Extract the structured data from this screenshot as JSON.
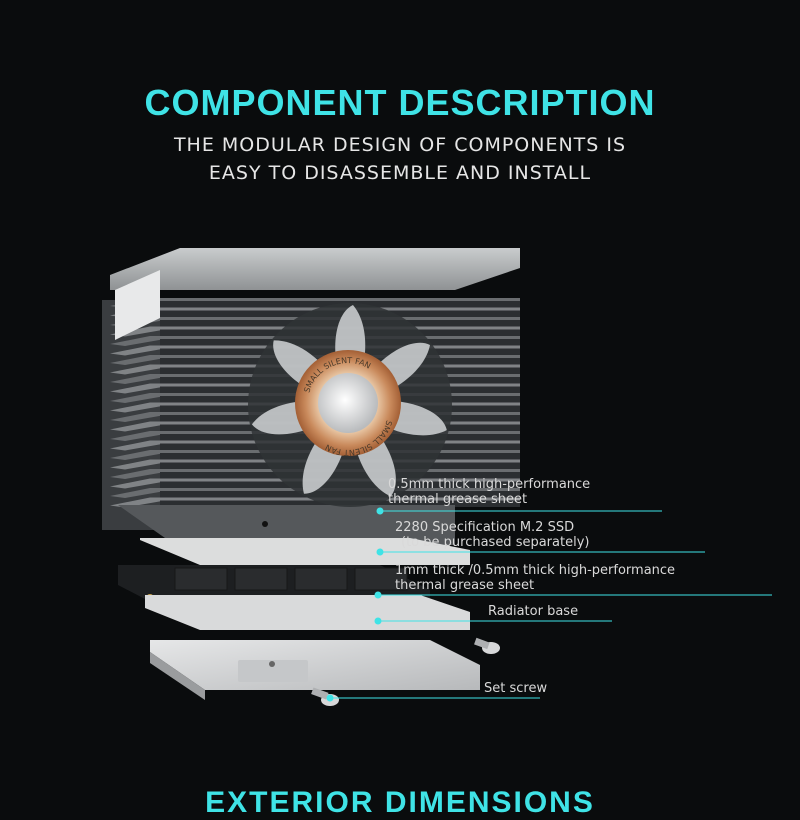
{
  "header": {
    "title": "COMPONENT DESCRIPTION",
    "subtitle_line1": "THE MODULAR DESIGN OF COMPONENTS IS",
    "subtitle_line2": "EASY TO DISASSEMBLE AND INSTALL"
  },
  "product": {
    "fan_label": "SMALL SILENT FAN"
  },
  "callouts": [
    {
      "line1": "0.5mm thick high-performance",
      "line2": "thermal grease sheet"
    },
    {
      "line1": "2280 Specification M.2 SSD",
      "line2": "(to be purchased separately)"
    },
    {
      "line1": "1mm thick /0.5mm thick high-performance",
      "line2": "thermal grease sheet"
    },
    {
      "line1": "Radiator base"
    },
    {
      "line1": "Set screw"
    }
  ],
  "next_section_title": "EXTERIOR DIMENSIONS",
  "colors": {
    "background": "#0a0c0d",
    "accent_cyan": "#3fe3e6",
    "callout_text": "#d9d9d9",
    "heatsink": "#6a6d70"
  }
}
